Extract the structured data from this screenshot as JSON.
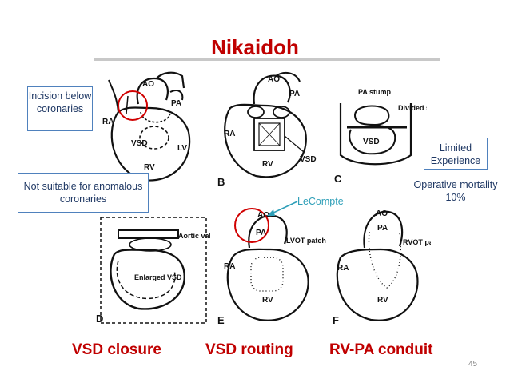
{
  "slide": {
    "title": "Nikaidoh",
    "page_number": "45"
  },
  "callouts": {
    "incision": "Incision below coronaries",
    "not_suitable": "Not suitable for anomalous coronaries",
    "limited": "Limited Experience",
    "mortality": "Operative mortality 10%",
    "lecompte": "LeCompte"
  },
  "captions": {
    "vsd_closure": "VSD closure",
    "vsd_routing": "VSD routing",
    "rv_pa_conduit": "RV-PA conduit"
  },
  "panels": {
    "A": {
      "letter": "",
      "labels": {
        "ao": "AO",
        "pa": "PA",
        "ra": "RA",
        "vsd": "VSD",
        "lv": "LV",
        "rv": "RV"
      }
    },
    "B": {
      "letter": "B",
      "labels": {
        "ao": "AO",
        "pa": "PA",
        "ra": "RA",
        "vsd": "VSD",
        "rv": "RV"
      }
    },
    "C": {
      "letter": "C",
      "labels": {
        "pa_stump": "PA stump",
        "divided_septum": "Divided septum",
        "vsd": "VSD"
      }
    },
    "D": {
      "letter": "D",
      "labels": {
        "aortic_valve": "Aortic valve",
        "enlarged_vsd": "Enlarged VSD"
      }
    },
    "E": {
      "letter": "E",
      "labels": {
        "ao": "AO",
        "pa": "PA",
        "lvot_patch": "LVOT patch",
        "ra": "RA",
        "rv": "RV"
      }
    },
    "F": {
      "letter": "F",
      "labels": {
        "ao": "AO",
        "pa": "PA",
        "rvot_patch": "RVOT patch",
        "ra": "RA",
        "rv": "RV"
      }
    }
  },
  "colors": {
    "title": "#c00000",
    "callout_border": "#4f81bd",
    "callout_text": "#1f3864",
    "highlight_circle": "#d00000",
    "arrow": "#2e9fb8"
  }
}
